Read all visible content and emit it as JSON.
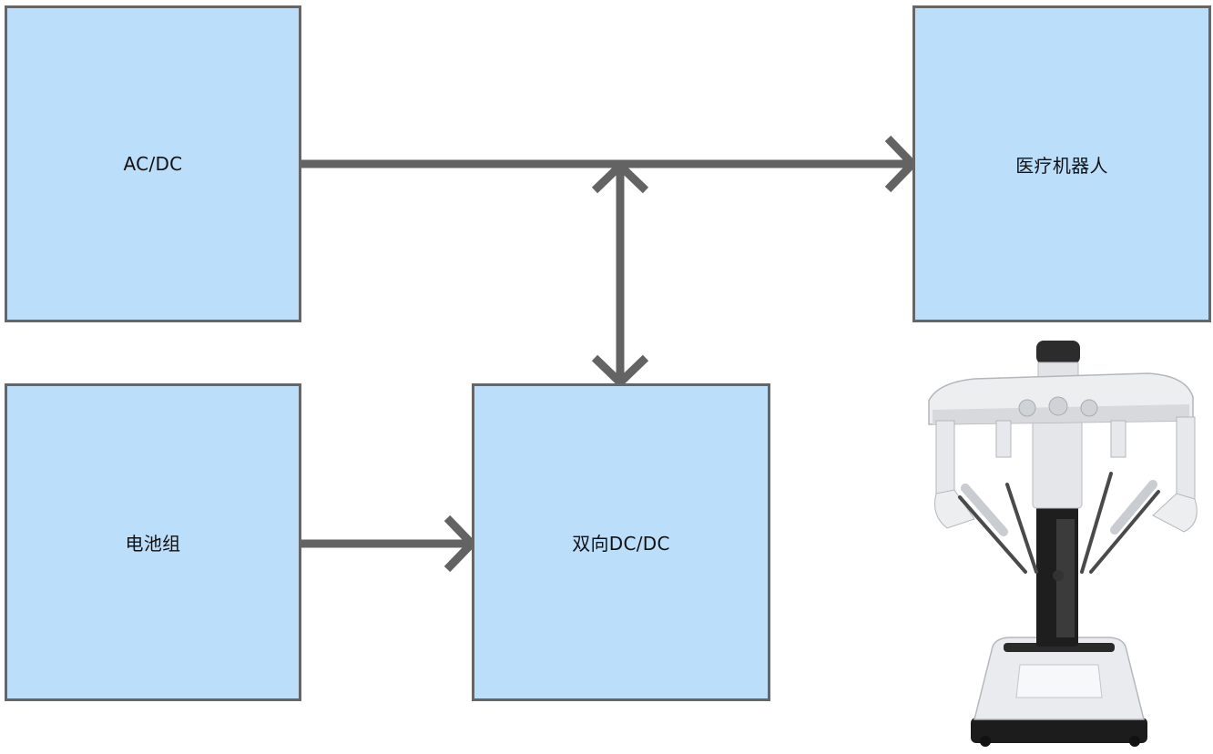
{
  "diagram": {
    "nodes": {
      "acdc": {
        "label": "AC/DC"
      },
      "robot": {
        "label": "医疗机器人"
      },
      "battery": {
        "label": "电池组"
      },
      "bidirectional_dcdc": {
        "label": "双向DC/DC"
      }
    },
    "edges": [
      {
        "from": "acdc",
        "to": "robot",
        "direction": "forward"
      },
      {
        "from": "bidirectional_dcdc",
        "to": "acdc-robot-line",
        "direction": "bidirectional"
      },
      {
        "from": "battery",
        "to": "bidirectional_dcdc",
        "direction": "forward"
      }
    ],
    "colors": {
      "node_fill": "#bbdefb",
      "node_border": "#666666",
      "arrow": "#636363"
    },
    "illustration": "surgical-robot"
  }
}
